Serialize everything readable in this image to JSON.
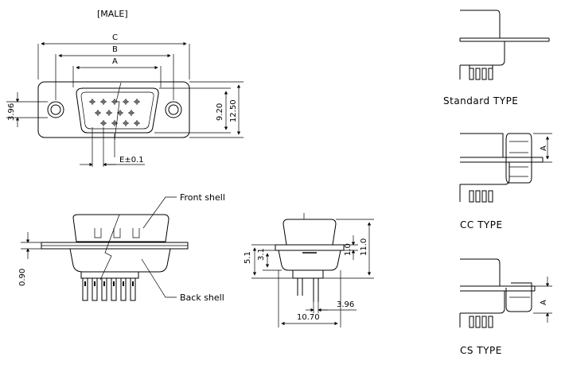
{
  "top_view": {
    "gender_label": "[MALE]",
    "dims": {
      "c": "C",
      "b": "B",
      "a": "A",
      "e": "E±0.1",
      "h_396": "3.96",
      "h_920": "9.20",
      "h_1250": "12.50"
    }
  },
  "front_view": {
    "front_shell": "Front shell",
    "back_shell": "Back shell",
    "dim_090": "0.90"
  },
  "side_view": {
    "dim_51": "5.1",
    "dim_31": "3.1",
    "dim_10": "1.0",
    "dim_110": "11.0",
    "dim_396": "3.96",
    "dim_1070": "10.70"
  },
  "types": {
    "standard": "Standard TYPE",
    "cc": "CC TYPE",
    "cs": "CS TYPE",
    "a_label_cc": "A",
    "a_label_cs": "A"
  }
}
